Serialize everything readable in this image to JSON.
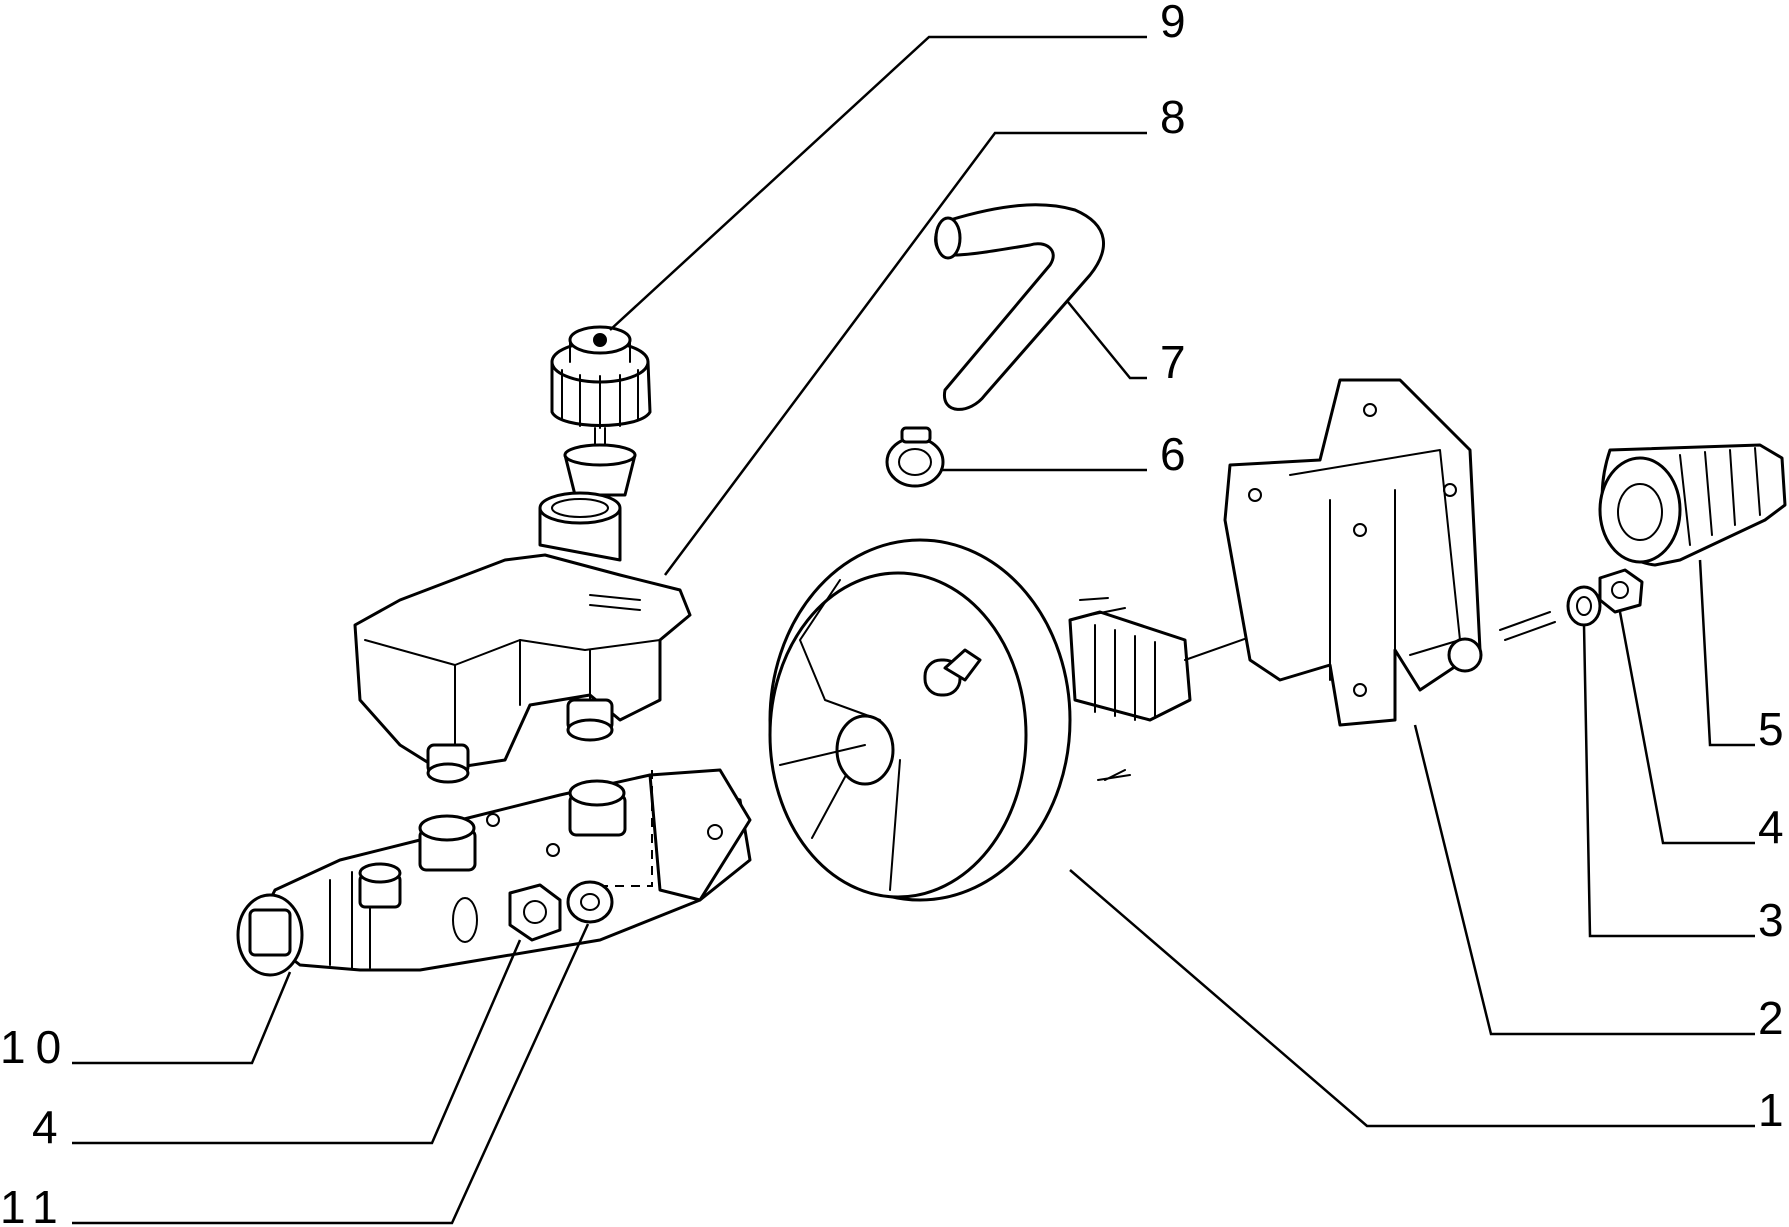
{
  "callouts": {
    "c1": "1",
    "c2": "2",
    "c3": "3",
    "c4a": "4",
    "c5": "5",
    "c6": "6",
    "c7": "7",
    "c8": "8",
    "c9": "9",
    "c10": "10",
    "c4b": "4",
    "c11": "11"
  }
}
